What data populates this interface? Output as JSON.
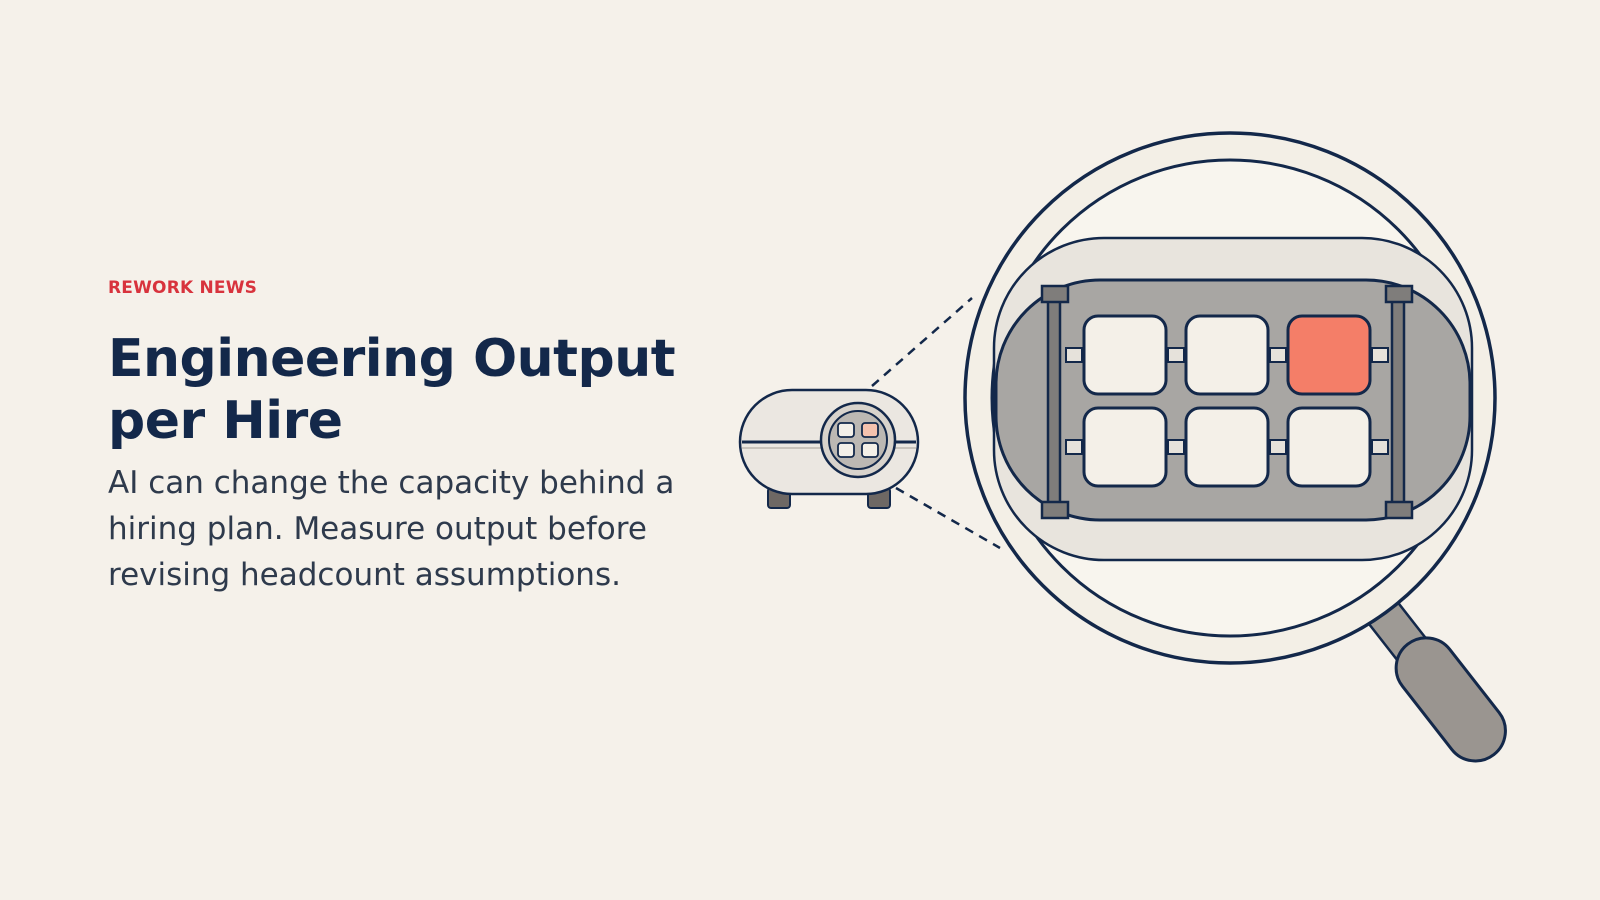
{
  "header": {
    "kicker": "REWORK NEWS",
    "title": "Engineering Output per Hire",
    "subtitle": "AI can change the capacity behind a hiring plan. Measure output before revising headcount assumptions."
  },
  "colors": {
    "background": "#f5f1ea",
    "kicker": "#d8333d",
    "title": "#13284a",
    "body": "#2e3a4c",
    "outline": "#13284a",
    "highlight": "#f47e68",
    "module": "#f4f0e8",
    "tray": "#a8a6a3",
    "handle": "#9a9590"
  },
  "illustration": {
    "modules_total": 6,
    "modules_highlighted": 1,
    "icons": [
      "server-device-icon",
      "magnifying-glass-icon"
    ]
  }
}
